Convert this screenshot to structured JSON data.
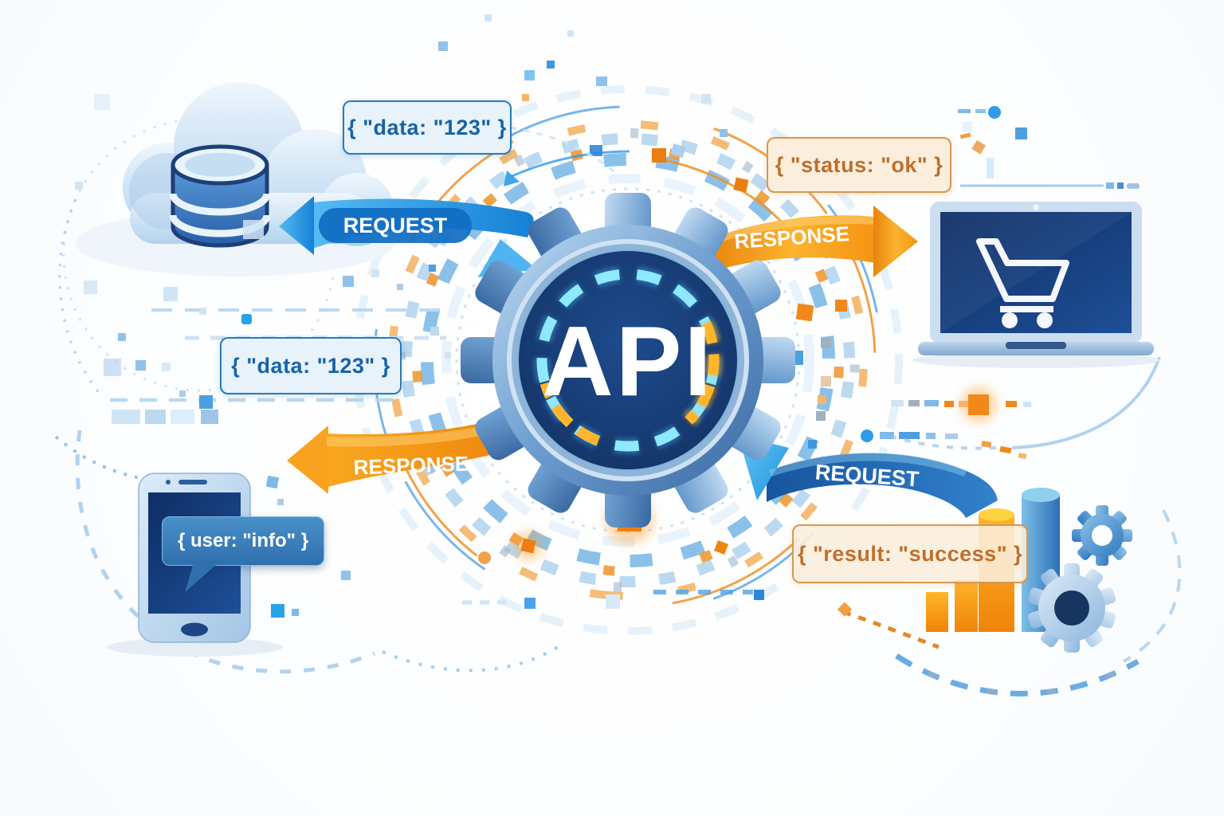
{
  "center": {
    "label": "API"
  },
  "arrows": {
    "request_top": {
      "label": "REQUEST",
      "color": "#1f86d8",
      "direction": "left"
    },
    "response_top": {
      "label": "RESPONSE",
      "color": "#f0920f",
      "direction": "right"
    },
    "response_bottom": {
      "label": "RESPONSE",
      "color": "#f0920f",
      "direction": "left"
    },
    "request_bottom": {
      "label": "REQUEST",
      "color": "#1d5fa8",
      "direction": "up-left"
    }
  },
  "code_boxes": {
    "data_top": {
      "text": "{ \"data: \"123\" }",
      "theme": "blue"
    },
    "status": {
      "text": "{ \"status: \"ok\" }",
      "theme": "orange"
    },
    "data_mid": {
      "text": "{ \"data: \"123\" }",
      "theme": "blue"
    },
    "result": {
      "text": "{ \"result: \"success\" }",
      "theme": "orange"
    },
    "user_bubble": {
      "text": "{ user: \"info\" }",
      "theme": "blue-bubble"
    }
  },
  "icons": {
    "cloud_database": "cloud with database cylinder",
    "api_gear": "large gear with API core",
    "laptop_cart": "laptop with shopping cart on screen",
    "smartphone": "smartphone with message bubble",
    "bar_chart": "ascending bar chart",
    "gears_small": "two cog gears"
  },
  "colors": {
    "blue_accent": "#2196e3",
    "navy": "#16397c",
    "orange_accent": "#f59a1e",
    "light_blue": "#cfe5f6",
    "code_blue_text": "#1763a5",
    "code_orange_text": "#bf6f2b",
    "ring_cyan": "#8ee8ff",
    "ring_orange": "#ffb52e"
  }
}
